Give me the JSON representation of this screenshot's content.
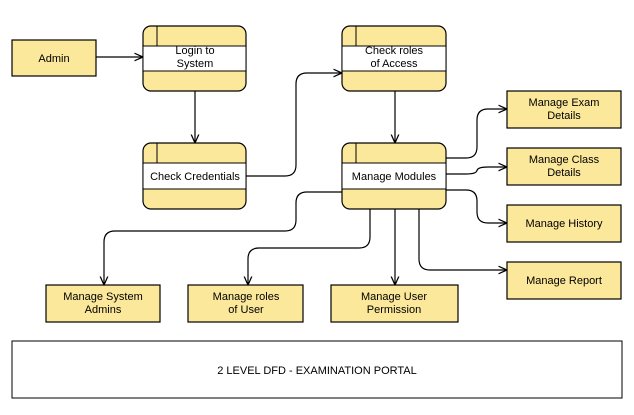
{
  "nodes": {
    "admin": {
      "label": "Admin"
    },
    "login": {
      "label_1": "Login to",
      "label_2": "System"
    },
    "credentials": {
      "label": "Check Credentials"
    },
    "roles_access": {
      "label_1": "Check roles",
      "label_2": "of Access"
    },
    "modules": {
      "label": "Manage Modules"
    },
    "exam": {
      "label_1": "Manage Exam",
      "label_2": "Details"
    },
    "class": {
      "label_1": "Manage Class",
      "label_2": "Details"
    },
    "history": {
      "label": "Manage History"
    },
    "report": {
      "label": "Manage Report"
    },
    "sys_admins": {
      "label_1": "Manage System",
      "label_2": "Admins"
    },
    "roles_user": {
      "label_1": "Manage roles",
      "label_2": "of User"
    },
    "user_perm": {
      "label_1": "Manage User",
      "label_2": "Permission"
    }
  },
  "caption": "2 LEVEL DFD - EXAMINATION PORTAL",
  "colors": {
    "fill": "#fbe89a",
    "stroke": "#000000"
  }
}
